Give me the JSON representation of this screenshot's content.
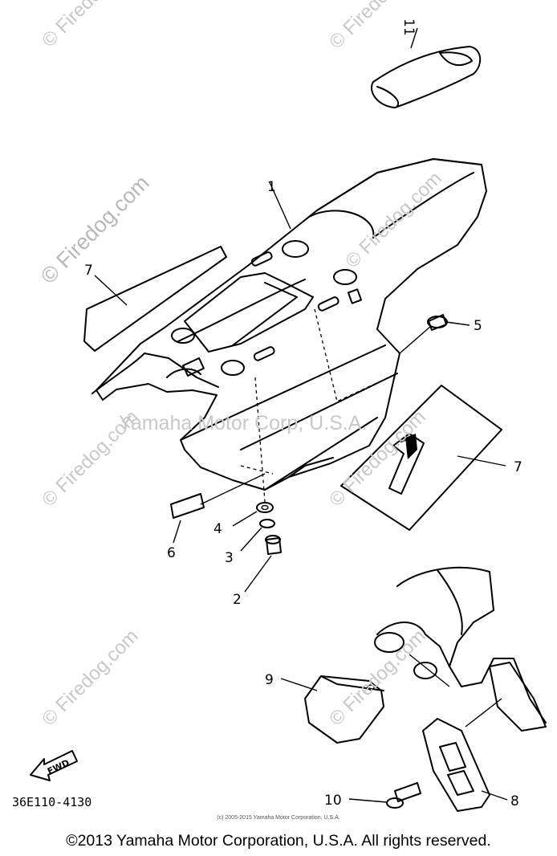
{
  "watermarks": {
    "site": "© Firedog.com",
    "overlay": "Yamaha Motor Corp, U.S.A."
  },
  "callouts": {
    "c1": "1",
    "c2": "2",
    "c3": "3",
    "c4": "4",
    "c5": "5",
    "c6": "6",
    "c7a": "7",
    "c7b": "7",
    "c8": "8",
    "c9": "9",
    "c10": "10",
    "c11": "11"
  },
  "direction_label": "FWD",
  "part_code": "36E110-4130",
  "small_copyright": "(c) 2005-2015 Yamaha Motor Corporation, U.S.A.",
  "footer_copyright": "©2013 Yamaha Motor Corporation, U.S.A. All rights reserved."
}
